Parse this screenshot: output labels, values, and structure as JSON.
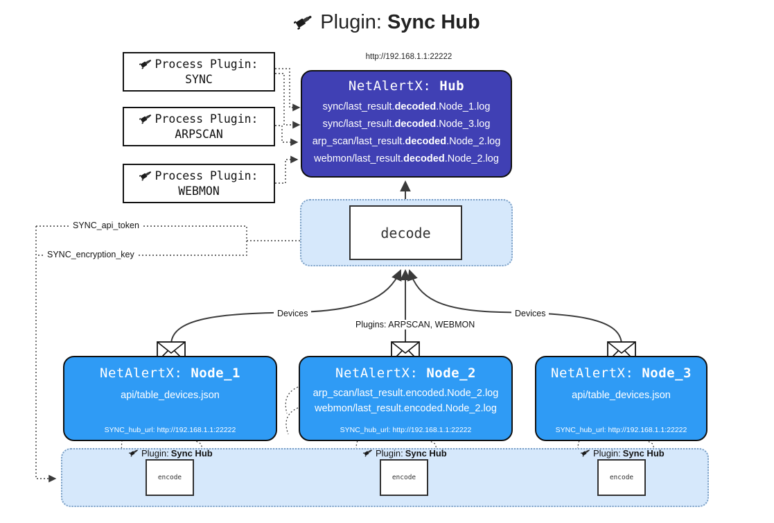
{
  "title": {
    "prefix": "Plugin:",
    "name": "Sync Hub",
    "icon": "plug-icon"
  },
  "hub_url_label": "http://192.168.1.1:22222",
  "process_plugins": [
    {
      "caption": "Process Plugin:",
      "name": "SYNC",
      "icon": "plug-icon"
    },
    {
      "caption": "Process Plugin:",
      "name": "ARPSCAN",
      "icon": "plug-icon"
    },
    {
      "caption": "Process Plugin:",
      "name": "WEBMON",
      "icon": "plug-icon"
    }
  ],
  "hub": {
    "title_prefix": "NetAlertX:",
    "title_name": "Hub",
    "logs": [
      {
        "pre": "sync/last_result.",
        "mid": "decoded",
        "post": ".Node_1.log"
      },
      {
        "pre": "sync/last_result.",
        "mid": "decoded",
        "post": ".Node_3.log"
      },
      {
        "pre": "arp_scan/last_result.",
        "mid": "decoded",
        "post": ".Node_2.log"
      },
      {
        "pre": "webmon/last_result.",
        "mid": "decoded",
        "post": ".Node_2.log"
      }
    ]
  },
  "decode": {
    "label": "decode"
  },
  "secrets": [
    {
      "label": "SYNC_api_token"
    },
    {
      "label": "SYNC_encryption_key"
    }
  ],
  "edge_labels": {
    "devices_left": "Devices",
    "plugins_center": "Plugins: ARPSCAN, WEBMON",
    "devices_right": "Devices"
  },
  "nodes": [
    {
      "title_prefix": "NetAlertX:",
      "title_name": "Node_1",
      "lines": [
        "api/table_devices.json"
      ],
      "url_label": "SYNC_hub_url: http://192.168.1.1:22222",
      "mail_icon": "envelope-icon"
    },
    {
      "title_prefix": "NetAlertX:",
      "title_name": "Node_2",
      "lines": [
        "arp_scan/last_result.encoded.Node_2.log",
        "webmon/last_result.encoded.Node_2.log"
      ],
      "url_label": "SYNC_hub_url: http://192.168.1.1:22222",
      "mail_icon": "envelope-icon"
    },
    {
      "title_prefix": "NetAlertX:",
      "title_name": "Node_3",
      "lines": [
        "api/table_devices.json"
      ],
      "url_label": "SYNC_hub_url: http://192.168.1.1:22222",
      "mail_icon": "envelope-icon"
    }
  ],
  "encoders": [
    {
      "plugin_prefix": "Plugin:",
      "plugin_name": "Sync Hub",
      "label": "encode",
      "icon": "plug-icon"
    },
    {
      "plugin_prefix": "Plugin:",
      "plugin_name": "Sync Hub",
      "label": "encode",
      "icon": "plug-icon"
    },
    {
      "plugin_prefix": "Plugin:",
      "plugin_name": "Sync Hub",
      "label": "encode",
      "icon": "plug-icon"
    }
  ],
  "colors": {
    "hub_fill": "#4040b4",
    "node_fill": "#2f9bf5",
    "container_fill": "#d6e8fb",
    "container_stroke": "#7a9ec4",
    "line": "#333333"
  }
}
